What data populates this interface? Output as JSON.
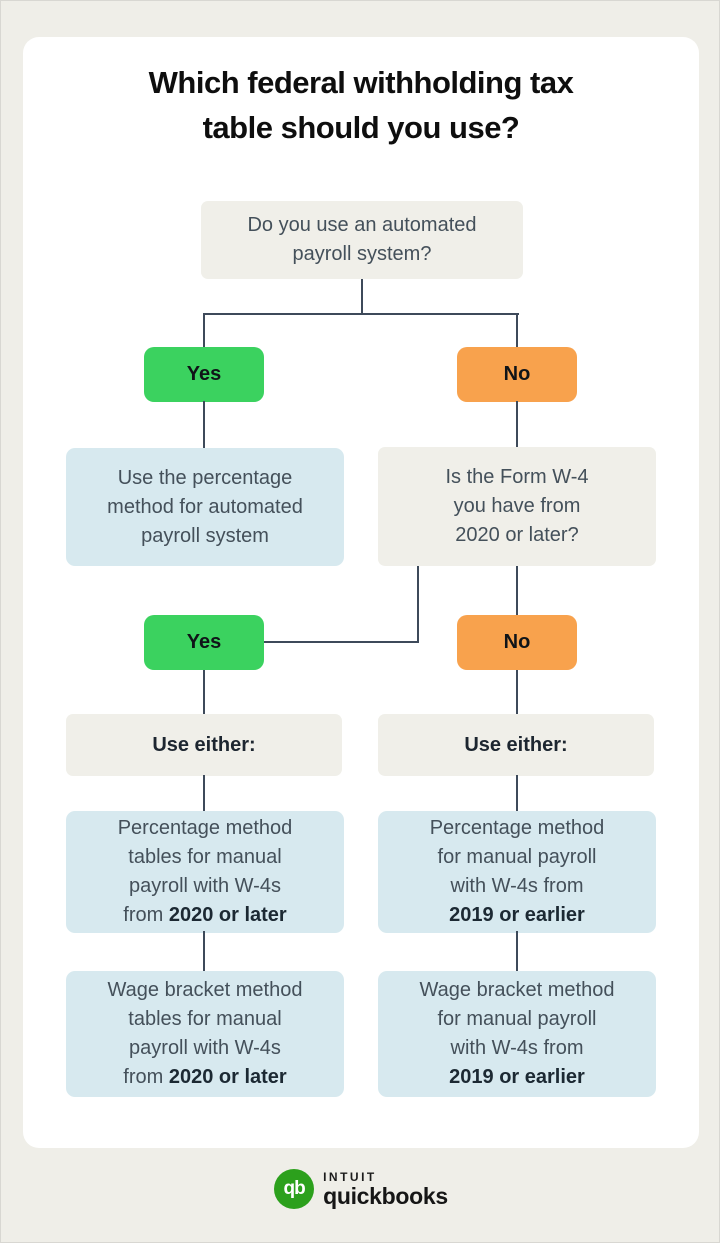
{
  "title": {
    "lines": [
      "Which federal withholding tax",
      "table should you use?"
    ]
  },
  "colors": {
    "page_background": "#efeee8",
    "card_background": "#ffffff",
    "gray_box": "#f0efe9",
    "blue_box": "#d7e9ef",
    "yes_green": "#3bd25f",
    "no_orange": "#f8a24d",
    "connector": "#3e4a5a",
    "brand_green": "#2ca01c"
  },
  "flow": {
    "question1": [
      [
        {
          "t": "Do you use an automated"
        }
      ],
      [
        {
          "t": "payroll system?"
        }
      ]
    ],
    "yes1": "Yes",
    "no1": "No",
    "automated_result": [
      [
        {
          "t": "Use the percentage"
        }
      ],
      [
        {
          "t": "method for automated"
        }
      ],
      [
        {
          "t": "payroll system"
        }
      ]
    ],
    "question2": [
      [
        {
          "t": "Is the Form W-4"
        }
      ],
      [
        {
          "t": "you have from"
        }
      ],
      [
        {
          "t": "2020 or later?"
        }
      ]
    ],
    "yes2": "Yes",
    "no2": "No",
    "use_either_left": "Use either:",
    "use_either_right": "Use either:",
    "result_left_1": [
      [
        {
          "t": "Percentage method"
        }
      ],
      [
        {
          "t": "tables for manual"
        }
      ],
      [
        {
          "t": "payroll with W-4s"
        }
      ],
      [
        {
          "t": "from "
        },
        {
          "t": "2020 or later",
          "b": true
        }
      ]
    ],
    "result_right_1": [
      [
        {
          "t": "Percentage method"
        }
      ],
      [
        {
          "t": "for manual payroll"
        }
      ],
      [
        {
          "t": "with W-4s from"
        }
      ],
      [
        {
          "t": "2019 or earlier",
          "b": true
        }
      ]
    ],
    "result_left_2": [
      [
        {
          "t": "Wage bracket method"
        }
      ],
      [
        {
          "t": "tables for manual"
        }
      ],
      [
        {
          "t": "payroll with W-4s"
        }
      ],
      [
        {
          "t": "from "
        },
        {
          "t": "2020 or later",
          "b": true
        }
      ]
    ],
    "result_right_2": [
      [
        {
          "t": "Wage bracket method"
        }
      ],
      [
        {
          "t": "for manual payroll"
        }
      ],
      [
        {
          "t": "with W-4s from"
        }
      ],
      [
        {
          "t": "2019 or earlier",
          "b": true
        }
      ]
    ]
  },
  "footer": {
    "logo_monogram": "qb",
    "brand_line1": "intuit",
    "brand_line2": "quickbooks"
  }
}
